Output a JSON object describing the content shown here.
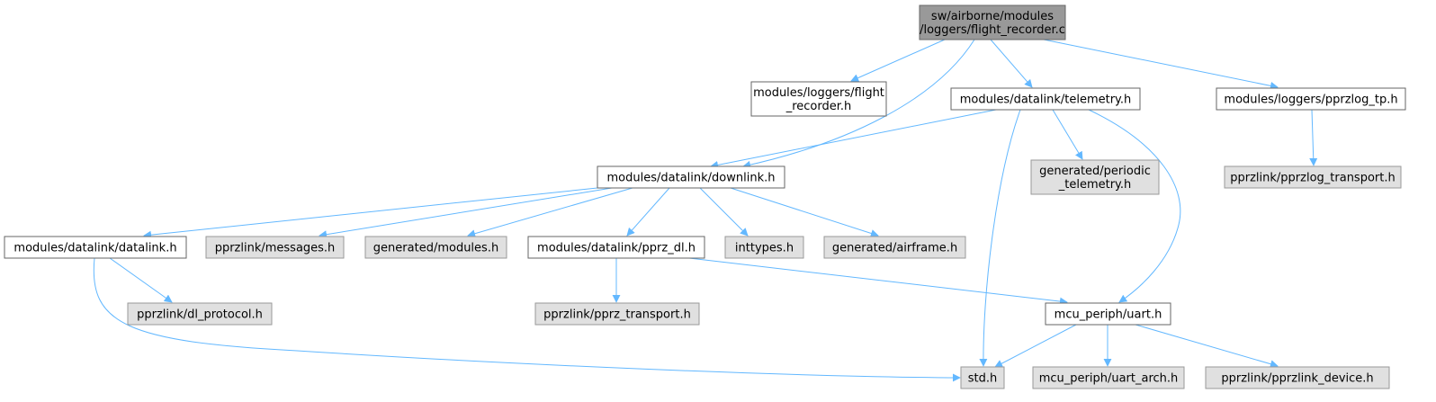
{
  "colors": {
    "root_fill": "#999999",
    "root_stroke": "#666666",
    "doc_fill": "#ffffff",
    "doc_stroke": "#666666",
    "ext_fill": "#e0e0e0",
    "ext_stroke": "#999999",
    "edge": "#63b8ff",
    "text": "#000000"
  },
  "nodes": [
    {
      "id": "root",
      "kind": "root",
      "lines": [
        "sw/airborne/modules",
        "/loggers/flight_recorder.c"
      ]
    },
    {
      "id": "flight_recorder_h",
      "kind": "doc",
      "lines": [
        "modules/loggers/flight",
        "_recorder.h"
      ]
    },
    {
      "id": "telemetry_h",
      "kind": "doc",
      "lines": [
        "modules/datalink/telemetry.h"
      ]
    },
    {
      "id": "pprzlog_tp_h",
      "kind": "doc",
      "lines": [
        "modules/loggers/pprzlog_tp.h"
      ]
    },
    {
      "id": "downlink_h",
      "kind": "doc",
      "lines": [
        "modules/datalink/downlink.h"
      ]
    },
    {
      "id": "periodic_telemetry_h",
      "kind": "ext",
      "lines": [
        "generated/periodic",
        "_telemetry.h"
      ]
    },
    {
      "id": "pprzlog_transport_h",
      "kind": "ext",
      "lines": [
        "pprzlink/pprzlog_transport.h"
      ]
    },
    {
      "id": "datalink_h",
      "kind": "doc",
      "lines": [
        "modules/datalink/datalink.h"
      ]
    },
    {
      "id": "messages_h",
      "kind": "ext",
      "lines": [
        "pprzlink/messages.h"
      ]
    },
    {
      "id": "modules_h",
      "kind": "ext",
      "lines": [
        "generated/modules.h"
      ]
    },
    {
      "id": "pprz_dl_h",
      "kind": "doc",
      "lines": [
        "modules/datalink/pprz_dl.h"
      ]
    },
    {
      "id": "inttypes_h",
      "kind": "ext",
      "lines": [
        "inttypes.h"
      ]
    },
    {
      "id": "airframe_h",
      "kind": "ext",
      "lines": [
        "generated/airframe.h"
      ]
    },
    {
      "id": "dl_protocol_h",
      "kind": "ext",
      "lines": [
        "pprzlink/dl_protocol.h"
      ]
    },
    {
      "id": "pprz_transport_h",
      "kind": "ext",
      "lines": [
        "pprzlink/pprz_transport.h"
      ]
    },
    {
      "id": "uart_h",
      "kind": "doc",
      "lines": [
        "mcu_periph/uart.h"
      ]
    },
    {
      "id": "std_h",
      "kind": "ext",
      "lines": [
        "std.h"
      ]
    },
    {
      "id": "uart_arch_h",
      "kind": "ext",
      "lines": [
        "mcu_periph/uart_arch.h"
      ]
    },
    {
      "id": "pprzlink_device_h",
      "kind": "ext",
      "lines": [
        "pprzlink/pprzlink_device.h"
      ]
    }
  ],
  "edges": [
    {
      "from": "root",
      "to": "flight_recorder_h"
    },
    {
      "from": "root",
      "to": "downlink_h"
    },
    {
      "from": "root",
      "to": "telemetry_h"
    },
    {
      "from": "root",
      "to": "pprzlog_tp_h"
    },
    {
      "from": "telemetry_h",
      "to": "downlink_h"
    },
    {
      "from": "telemetry_h",
      "to": "std_h"
    },
    {
      "from": "telemetry_h",
      "to": "periodic_telemetry_h"
    },
    {
      "from": "telemetry_h",
      "to": "uart_h"
    },
    {
      "from": "pprzlog_tp_h",
      "to": "pprzlog_transport_h"
    },
    {
      "from": "downlink_h",
      "to": "datalink_h"
    },
    {
      "from": "downlink_h",
      "to": "messages_h"
    },
    {
      "from": "downlink_h",
      "to": "modules_h"
    },
    {
      "from": "downlink_h",
      "to": "pprz_dl_h"
    },
    {
      "from": "downlink_h",
      "to": "inttypes_h"
    },
    {
      "from": "downlink_h",
      "to": "airframe_h"
    },
    {
      "from": "datalink_h",
      "to": "dl_protocol_h"
    },
    {
      "from": "datalink_h",
      "to": "std_h"
    },
    {
      "from": "pprz_dl_h",
      "to": "pprz_transport_h"
    },
    {
      "from": "pprz_dl_h",
      "to": "uart_h"
    },
    {
      "from": "uart_h",
      "to": "std_h"
    },
    {
      "from": "uart_h",
      "to": "uart_arch_h"
    },
    {
      "from": "uart_h",
      "to": "pprzlink_device_h"
    }
  ]
}
